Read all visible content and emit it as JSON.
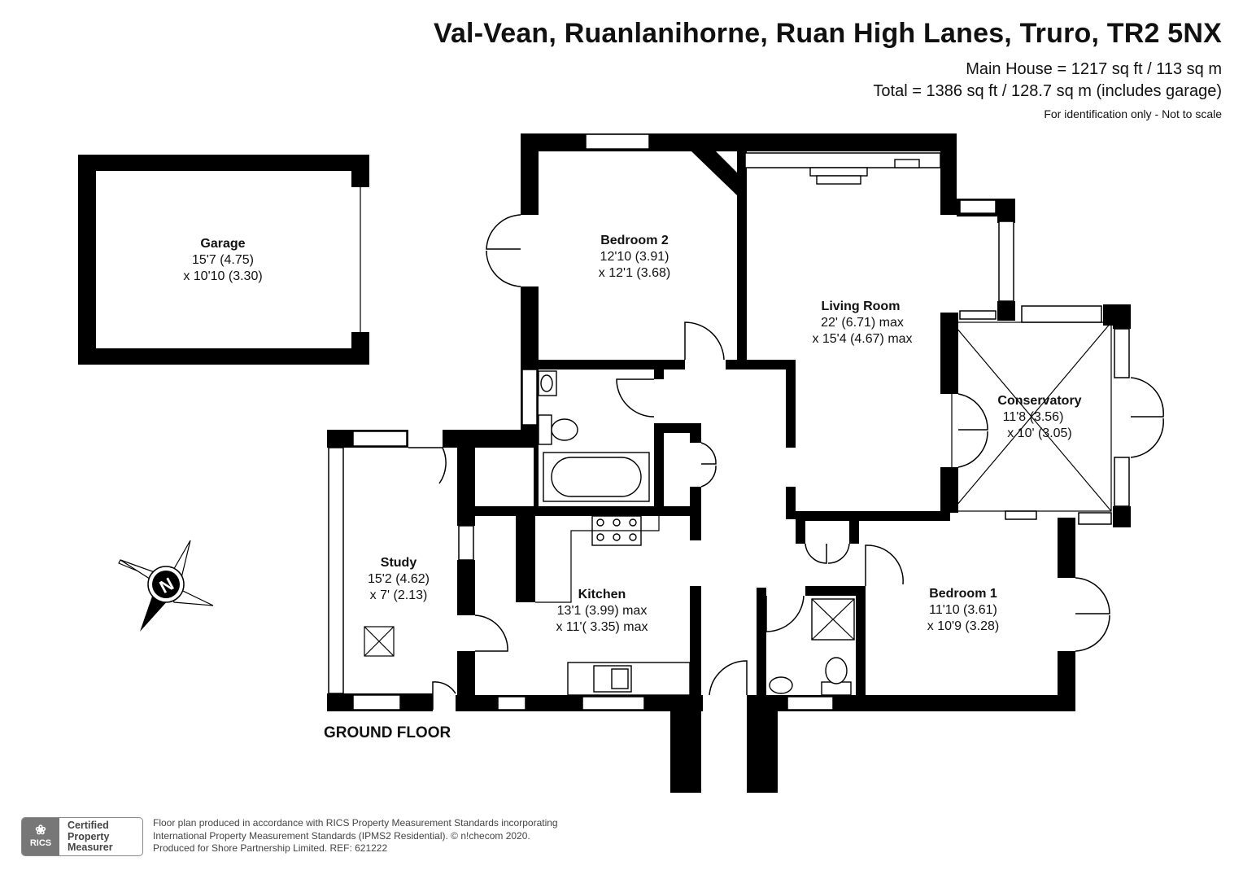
{
  "header": {
    "title": "Val-Vean, Ruanlanihorne, Ruan High Lanes, Truro, TR2 5NX",
    "main_house": "Main House = 1217 sq ft / 113 sq m",
    "total": "Total = 1386 sq ft / 128.7 sq m (includes garage)",
    "note": "For identification only - Not to scale"
  },
  "rooms": {
    "garage": {
      "name": "Garage",
      "dim1": "15'7 (4.75)",
      "dim2": "x 10'10 (3.30)"
    },
    "bedroom2": {
      "name": "Bedroom 2",
      "dim1": "12'10 (3.91)",
      "dim2": "x 12'1 (3.68)"
    },
    "living": {
      "name": "Living Room",
      "dim1": "22' (6.71) max",
      "dim2": "x 15'4 (4.67) max"
    },
    "conservatory": {
      "name": "Conservatory",
      "dim1": "11'8 (3.56)",
      "dim2": "x 10' (3.05)"
    },
    "study": {
      "name": "Study",
      "dim1": "15'2 (4.62)",
      "dim2": "x 7' (2.13)"
    },
    "kitchen": {
      "name": "Kitchen",
      "dim1": "13'1 (3.99) max",
      "dim2": "x 11'( 3.35) max"
    },
    "bedroom1": {
      "name": "Bedroom 1",
      "dim1": "11'10 (3.61)",
      "dim2": "x 10'9 (3.28)"
    }
  },
  "floor_label": "GROUND FLOOR",
  "compass": {
    "letter": "N"
  },
  "footer": {
    "badge_left": "RICS",
    "badge_line1": "Certified",
    "badge_line2": "Property",
    "badge_line3": "Measurer",
    "line1": "Floor plan produced in accordance with RICS Property Measurement Standards incorporating",
    "line2": "International Property Measurement Standards (IPMS2 Residential).   © n!checom 2020.",
    "line3": "Produced for Shore Partnership Limited.   REF:  621222"
  }
}
